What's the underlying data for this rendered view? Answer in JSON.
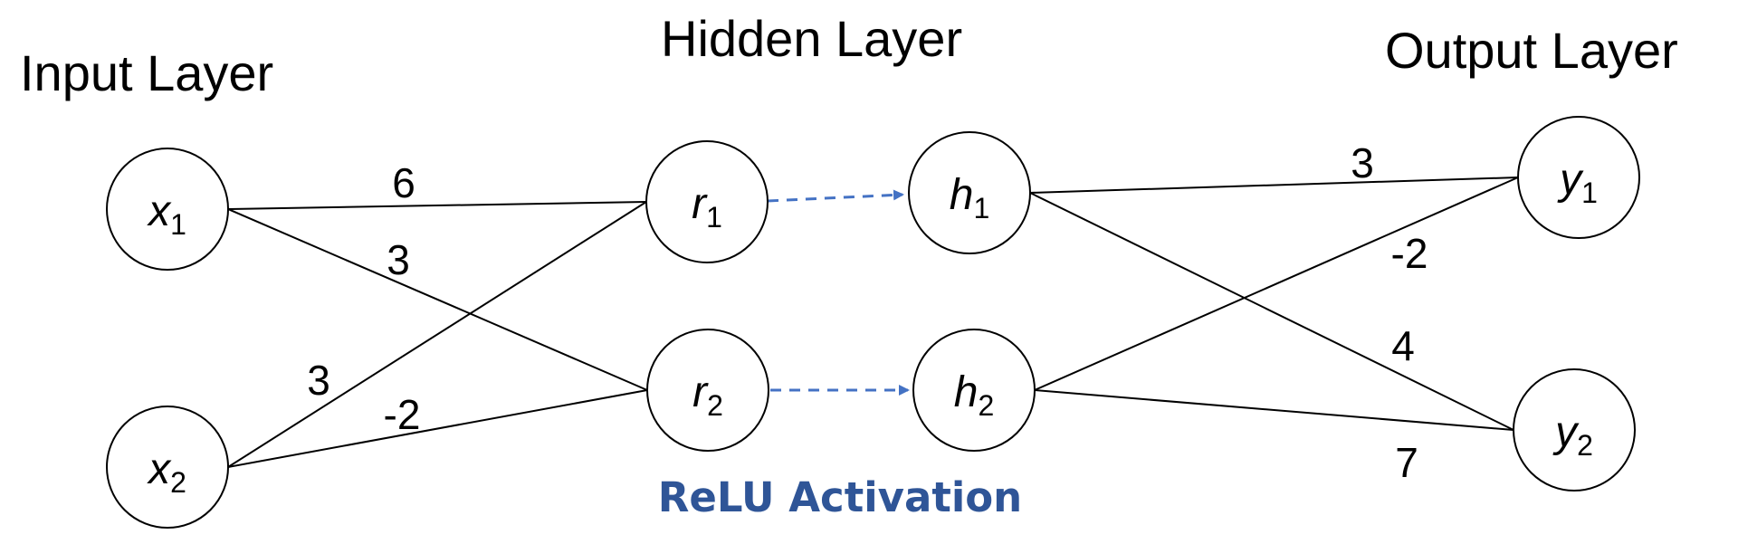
{
  "layers": {
    "input": "Input Layer",
    "hidden": "Hidden Layer",
    "output": "Output Layer"
  },
  "nodes": {
    "x1": {
      "main": "x",
      "sub": "1"
    },
    "x2": {
      "main": "x",
      "sub": "2"
    },
    "r1": {
      "main": "r",
      "sub": "1"
    },
    "r2": {
      "main": "r",
      "sub": "2"
    },
    "h1": {
      "main": "h",
      "sub": "1"
    },
    "h2": {
      "main": "h",
      "sub": "2"
    },
    "y1": {
      "main": "y",
      "sub": "1"
    },
    "y2": {
      "main": "y",
      "sub": "2"
    }
  },
  "weights": {
    "x1_r1": "6",
    "x1_r2": "3",
    "x2_r1": "3",
    "x2_r2": "-2",
    "h1_y1": "3",
    "h2_y1": "-2",
    "h1_y2": "4",
    "h2_y2": "7"
  },
  "activation": {
    "label": "ReLU Activation"
  },
  "colors": {
    "activation": "#4472c4",
    "activation_label": "#2f5597"
  }
}
